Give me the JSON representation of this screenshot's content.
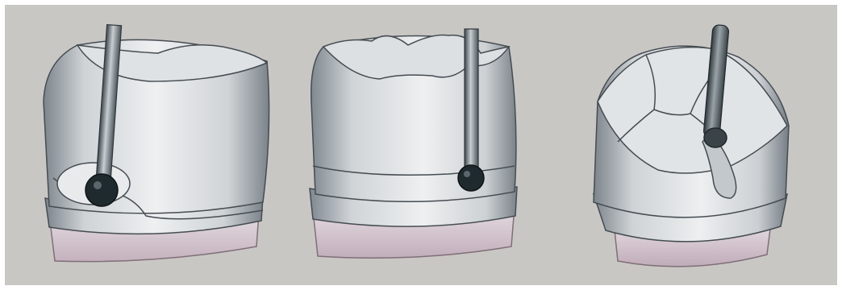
{
  "figure": {
    "panels": [
      {
        "id": "tooth-1",
        "burr": "round-bur"
      },
      {
        "id": "tooth-2",
        "burr": "round-bur"
      },
      {
        "id": "tooth-3",
        "burr": "round-end-bur"
      }
    ],
    "colors": {
      "background": "#c9c7c4",
      "crown_light": "#e6e8ea",
      "crown_mid": "#b9bdc2",
      "crown_dark": "#6f7780",
      "root_pink": "#cbb7c1",
      "bur_shaft": "#6e7880",
      "bur_head": "#1f2a2e"
    }
  }
}
